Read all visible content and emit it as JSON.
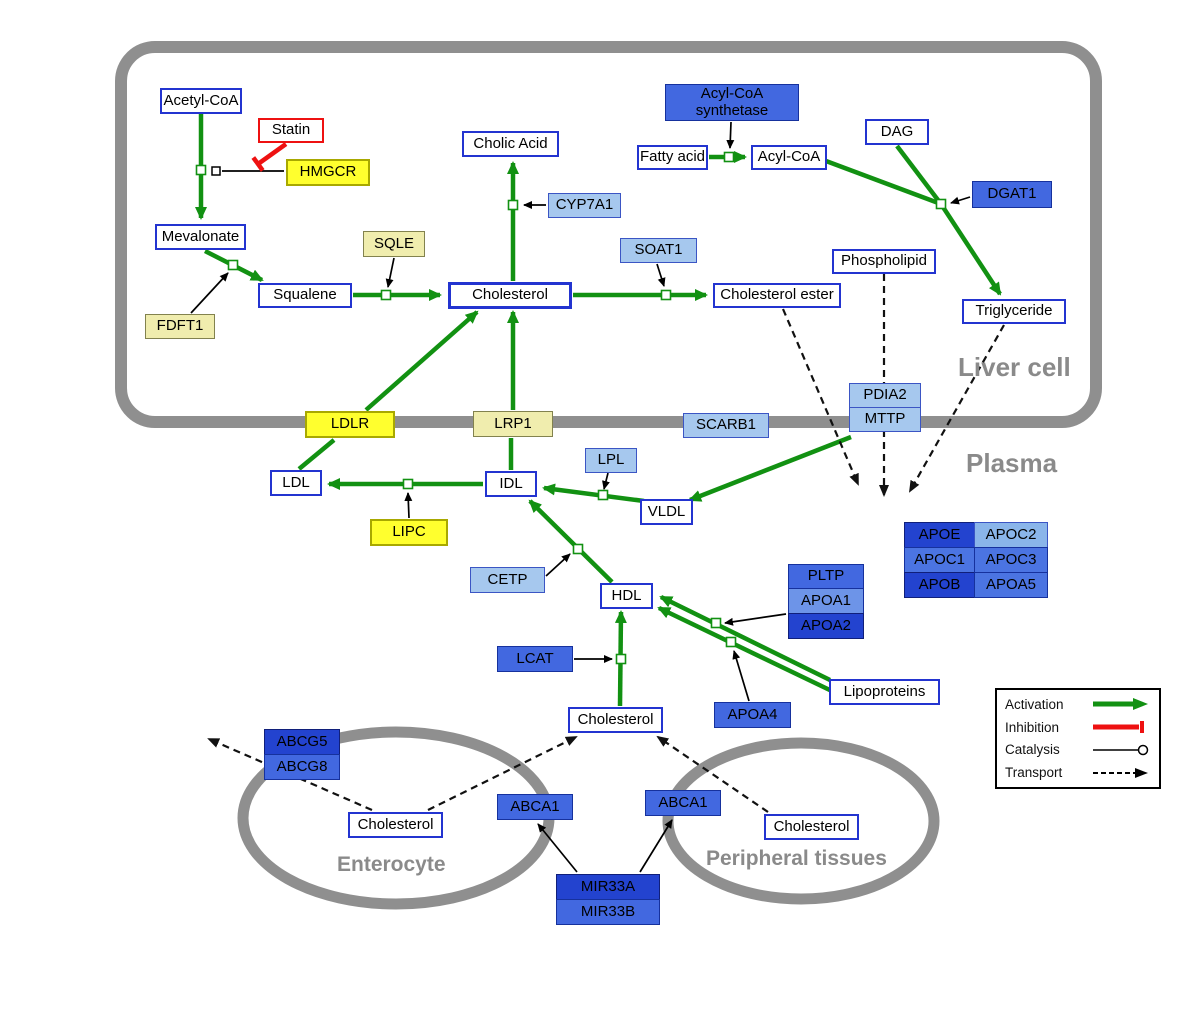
{
  "regions": {
    "liver_cell": "Liver cell",
    "plasma": "Plasma",
    "enterocyte": "Enterocyte",
    "peripheral_tissues": "Peripheral tissues"
  },
  "nodes": {
    "acetyl_coa": "Acetyl-CoA",
    "statin": "Statin",
    "hmgcr": "HMGCR",
    "mevalonate": "Mevalonate",
    "sqle": "SQLE",
    "fdft1": "FDFT1",
    "squalene": "Squalene",
    "cholesterol_liver": "Cholesterol",
    "cholic_acid": "Cholic Acid",
    "cyp7a1": "CYP7A1",
    "soat1": "SOAT1",
    "cholesterol_ester": "Cholesterol ester",
    "acyl_coa_synthetase": "Acyl-CoA synthetase",
    "fatty_acid": "Fatty acid",
    "acyl_coa": "Acyl-CoA",
    "dag": "DAG",
    "dgat1": "DGAT1",
    "phospholipid": "Phospholipid",
    "triglyceride": "Triglyceride",
    "ldlr": "LDLR",
    "lrp1": "LRP1",
    "scarb1": "SCARB1",
    "pdia2": "PDIA2",
    "mttp": "MTTP",
    "ldl": "LDL",
    "idl": "IDL",
    "lpl": "LPL",
    "vldl": "VLDL",
    "lipc": "LIPC",
    "cetp": "CETP",
    "hdl": "HDL",
    "pltp": "PLTP",
    "apoa1": "APOA1",
    "apoa2": "APOA2",
    "apoe": "APOE",
    "apoc2": "APOC2",
    "apoc1": "APOC1",
    "apoc3": "APOC3",
    "apob": "APOB",
    "apoa5": "APOA5",
    "lcat": "LCAT",
    "apoa4": "APOA4",
    "lipoproteins": "Lipoproteins",
    "cholesterol_plasma": "Cholesterol",
    "abcg5": "ABCG5",
    "abcg8": "ABCG8",
    "cholesterol_enterocyte": "Cholesterol",
    "abca1_enterocyte": "ABCA1",
    "abca1_peripheral": "ABCA1",
    "cholesterol_peripheral": "Cholesterol",
    "mir33a": "MIR33A",
    "mir33b": "MIR33B"
  },
  "legend": {
    "activation": "Activation",
    "inhibition": "Inhibition",
    "catalysis": "Catalysis",
    "transport": "Transport"
  },
  "colors": {
    "activation_green": "#129112",
    "inhibition_red": "#ee1111",
    "membrane_gray": "#8f8f8f",
    "node_border_blue": "#2334d0",
    "enzyme_yellow": "#ffff2e",
    "enzyme_pale_yellow": "#f0edae",
    "enzyme_light_blue": "#a6c8ee",
    "enzyme_medium_blue": "#4268e0",
    "enzyme_dark_blue": "#2343cf"
  }
}
